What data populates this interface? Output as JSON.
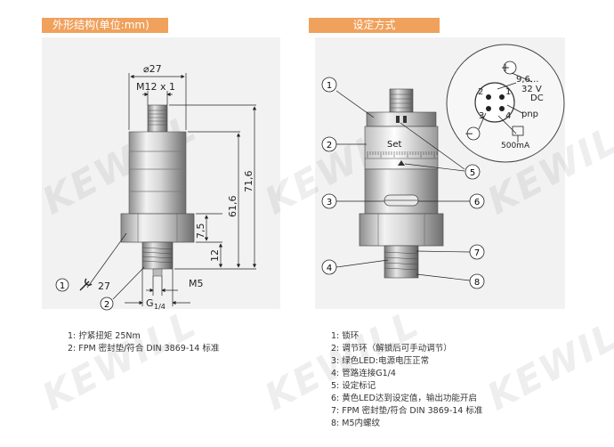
{
  "tabs": {
    "dimensions": "外形结构(单位:mm)",
    "setting": "设定方式"
  },
  "left_diagram": {
    "dia_label": "⌀27",
    "thread_label": "M12 x 1",
    "dim_616": "61,6",
    "dim_716": "71,6",
    "dim_75": "7,5",
    "dim_12": "12",
    "dim_m5": "M5",
    "g_thread": "G",
    "g_frac": "1/4",
    "wrench": "27",
    "callout_1": "1",
    "callout_2": "2"
  },
  "right_diagram": {
    "set_label": "Set",
    "callouts": [
      "1",
      "2",
      "3",
      "4",
      "5",
      "6",
      "7",
      "8"
    ],
    "connector": {
      "plus": "+",
      "minus": "−",
      "voltage_top": "9,6...",
      "voltage_32": "32 V",
      "dc": "DC",
      "pnp": "pnp",
      "current": "500mA",
      "pins": [
        "2",
        "1",
        "3",
        "4"
      ]
    }
  },
  "legend_left": [
    "1: 拧紧扭矩 25Nm",
    "2: FPM 密封垫/符合 DIN 3869-14  标准"
  ],
  "legend_right": [
    "1: 锁环",
    "2: 调节环（解锁后可手动调节）",
    "3: 绿色LED:电源电压正常",
    "4: 管路连接G1/4",
    "5: 设定标记",
    "6: 黄色LED达到设定值，输出功能开启",
    "7: FPM 密封垫/符合 DIN 3869-14  标准",
    "8: M5内螺纹"
  ],
  "watermark": "KEWILL",
  "colors": {
    "tab": "#f0a15c",
    "panel": "#f2f2f2"
  }
}
